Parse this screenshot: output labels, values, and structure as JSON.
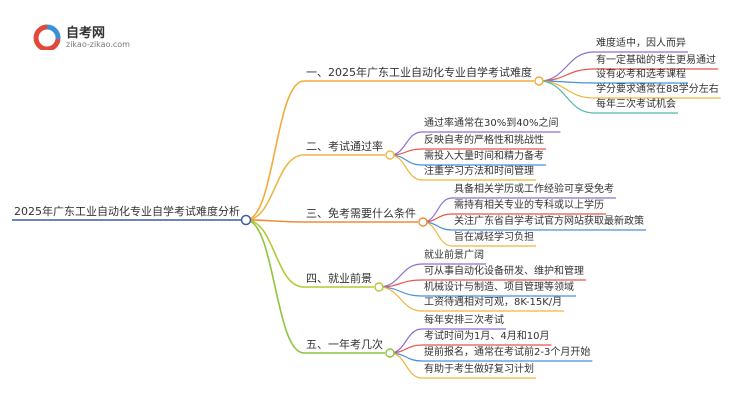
{
  "logo": {
    "title": "自考网",
    "subtitle": "zikao-zikao.com"
  },
  "root": "2025年广东工业自动化专业自学考试难度分析",
  "branches": [
    {
      "label": "一、2025年广东工业自动化专业自学考试难度",
      "color": "#f5a93b",
      "children": [
        "难度适中，因人而异",
        "有一定基础的考生更易通过",
        "设有必考和选考课程",
        "学分要求通常在88学分左右",
        "每年三次考试机会"
      ]
    },
    {
      "label": "二、考试通过率",
      "color": "#e9b949",
      "children": [
        "通过率通常在30%到40%之间",
        "反映自考的严格性和挑战性",
        "需投入大量时间和精力备考",
        "注重学习方法和时间管理"
      ]
    },
    {
      "label": "三、免考需要什么条件",
      "color": "#f08c36",
      "children": [
        "具备相关学历或工作经验可享受免考",
        "需持有相关专业的专科或以上学历",
        "关注广东省自学考试官方网站获取最新政策",
        "旨在减轻学习负担"
      ]
    },
    {
      "label": "四、就业前景",
      "color": "#b7c735",
      "children": [
        "就业前景广阔",
        "可从事自动化设备研发、维护和管理",
        "机械设计与制造、项目管理等领域",
        "工资待遇相对可观，8K-15K/月"
      ]
    },
    {
      "label": "五、一年考几次",
      "color": "#8cc63e",
      "children": [
        "每年安排三次考试",
        "考试时间为1月、4月和10月",
        "提前报名，通常在考试前2-3个月开始",
        "有助于考生做好复习计划"
      ]
    }
  ],
  "leaf_colors": [
    "#8e6fd0",
    "#e8564a",
    "#4a90d9",
    "#f0b43a",
    "#54b8b0",
    "#7ea83a"
  ]
}
